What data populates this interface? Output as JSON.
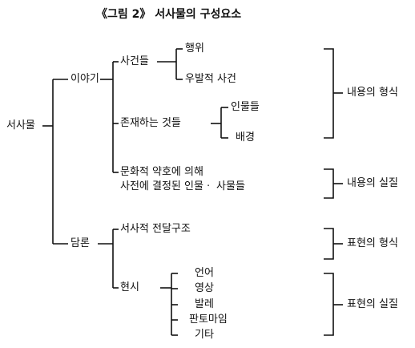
{
  "title": "《그림 2》 서사물의 구성요소",
  "nodes": {
    "root": "서사물",
    "story": "이야기",
    "discourse": "담론",
    "events": "사건들",
    "action": "행위",
    "happening": "우발적 사건",
    "existents": "존재하는 것들",
    "characters": "인물들",
    "setting": "배경",
    "cultural_code_1": "문화적 약호에 의해",
    "cultural_code_2": "사전에 결정된 인물ㆍ 사물들",
    "narrative_structure": "서사적 전달구조",
    "manifestation": "현시",
    "language": "언어",
    "image": "영상",
    "ballet": "발레",
    "pantomime": "판토마임",
    "other": "기타"
  },
  "side_labels": {
    "content_form": "내용의 형식",
    "content_substance": "내용의 실질",
    "expression_form": "표현의 형식",
    "expression_substance": "표현의 실질"
  }
}
